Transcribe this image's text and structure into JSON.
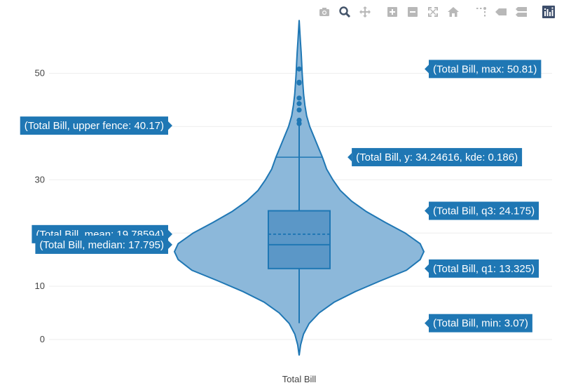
{
  "colors": {
    "violet_fill": "#8cb8da",
    "violet_line": "#1f77b4",
    "box_fill": "#5b97c7",
    "tooltip_bg": "#1f77b4",
    "grid": "#eeeeee",
    "modebar_icon": "#b8b8b8",
    "modebar_active": "#44546a"
  },
  "modebar": {
    "buttons": [
      {
        "name": "camera-icon",
        "label": "Download plot as a png"
      },
      {
        "name": "zoom-icon",
        "label": "Zoom"
      },
      {
        "name": "pan-icon",
        "label": "Pan"
      },
      {
        "name": "zoom-in-icon",
        "label": "Zoom in"
      },
      {
        "name": "zoom-out-icon",
        "label": "Zoom out"
      },
      {
        "name": "autoscale-icon",
        "label": "Autoscale"
      },
      {
        "name": "home-icon",
        "label": "Reset axes"
      },
      {
        "name": "spikelines-icon",
        "label": "Toggle Spike Lines"
      },
      {
        "name": "hover-closest-icon",
        "label": "Show closest data on hover"
      },
      {
        "name": "hover-compare-icon",
        "label": "Compare data on hover"
      },
      {
        "name": "plotly-logo-icon",
        "label": "Produced with Plotly"
      }
    ]
  },
  "chart_data": {
    "type": "violin",
    "xlabel": "Total Bill",
    "categories": [
      "Total Bill"
    ],
    "ylim": [
      -3,
      62
    ],
    "yticks": [
      0,
      10,
      30,
      50
    ],
    "grid": true,
    "stats": {
      "min": 3.07,
      "q1": 13.325,
      "median": 17.795,
      "mean": 19.78594,
      "q3": 24.175,
      "upper_fence": 40.17,
      "max": 50.81
    },
    "hover_point": {
      "y": 34.24616,
      "kde": 0.186
    },
    "outliers": [
      40.55,
      41.19,
      43.11,
      44.3,
      45.35,
      48.17,
      48.27,
      48.33,
      50.81
    ],
    "density": [
      [
        -3,
        0.0
      ],
      [
        -1,
        0.012
      ],
      [
        1,
        0.035
      ],
      [
        3,
        0.08
      ],
      [
        5,
        0.16
      ],
      [
        7,
        0.28
      ],
      [
        9,
        0.45
      ],
      [
        11,
        0.65
      ],
      [
        13,
        0.86
      ],
      [
        15,
        0.97
      ],
      [
        16.5,
        1.0
      ],
      [
        18,
        0.97
      ],
      [
        20,
        0.85
      ],
      [
        22,
        0.69
      ],
      [
        24,
        0.54
      ],
      [
        26,
        0.42
      ],
      [
        28,
        0.33
      ],
      [
        30,
        0.27
      ],
      [
        32,
        0.22
      ],
      [
        34.25,
        0.186
      ],
      [
        36,
        0.155
      ],
      [
        38,
        0.12
      ],
      [
        40,
        0.085
      ],
      [
        42,
        0.06
      ],
      [
        44,
        0.046
      ],
      [
        46,
        0.036
      ],
      [
        48,
        0.03
      ],
      [
        50,
        0.024
      ],
      [
        52,
        0.02
      ],
      [
        54,
        0.016
      ],
      [
        56,
        0.01
      ],
      [
        58,
        0.005
      ],
      [
        60,
        0.0
      ]
    ],
    "tooltips": [
      {
        "key": "max",
        "text": "(Total Bill, max: 50.81)",
        "y": 50.81,
        "side": "right"
      },
      {
        "key": "upper_fence",
        "text": "(Total Bill, upper fence: 40.17)",
        "y": 40.17,
        "side": "left"
      },
      {
        "key": "kde",
        "text": "(Total Bill, y: 34.24616, kde: 0.186)",
        "y": 34.24616,
        "side": "kde"
      },
      {
        "key": "q3",
        "text": "(Total Bill, q3: 24.175)",
        "y": 24.175,
        "side": "right"
      },
      {
        "key": "mean",
        "text": "(Total Bill, mean: 19.78594)",
        "y": 19.78594,
        "side": "left"
      },
      {
        "key": "median",
        "text": "(Total Bill, median: 17.795)",
        "y": 17.795,
        "side": "left"
      },
      {
        "key": "q1",
        "text": "(Total Bill, q1: 13.325)",
        "y": 13.325,
        "side": "right"
      },
      {
        "key": "min",
        "text": "(Total Bill, min: 3.07)",
        "y": 3.07,
        "side": "right"
      }
    ]
  }
}
